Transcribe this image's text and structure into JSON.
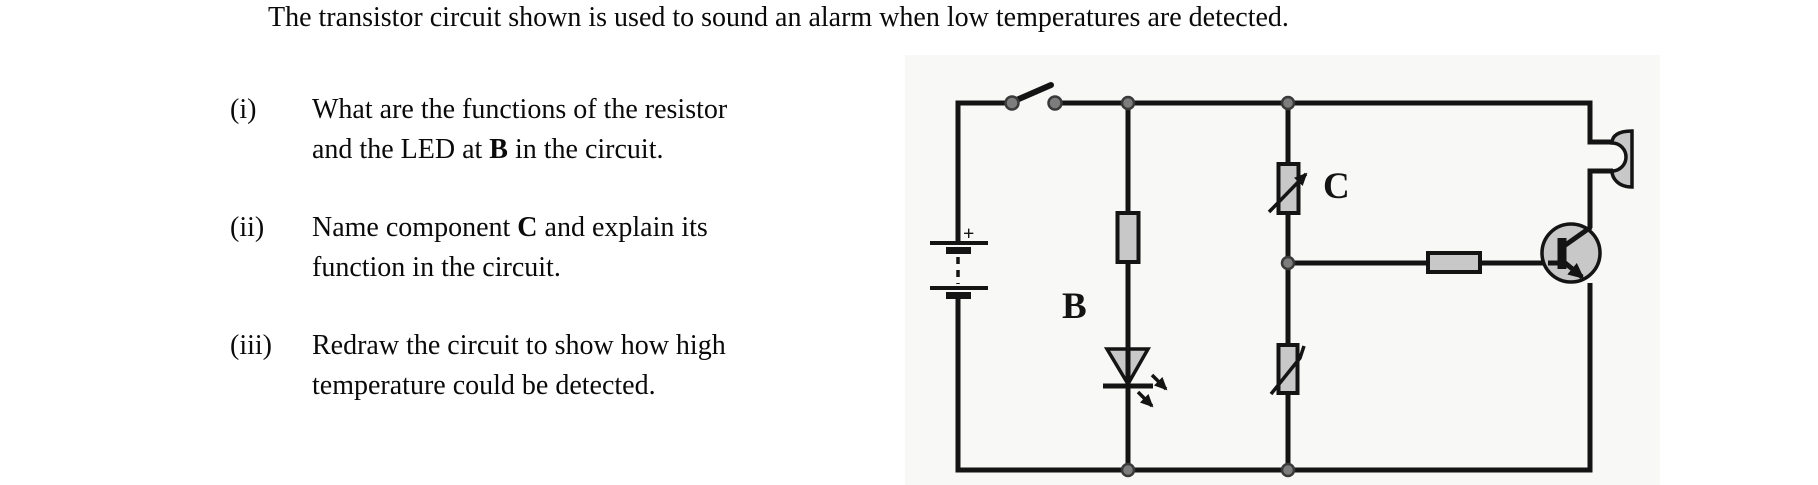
{
  "title": "The transistor circuit shown is used to sound an alarm when low temperatures are detected.",
  "questions": [
    {
      "label": "(i)",
      "line1": {
        "pre": "What are the functions of the resistor",
        "bold": "",
        "post": ""
      },
      "line2": {
        "pre": "and the LED at ",
        "bold": "B",
        "post": " in the circuit."
      }
    },
    {
      "label": "(ii)",
      "line1": {
        "pre": "Name component ",
        "bold": "C",
        "post": " and explain its"
      },
      "line2": {
        "pre": "function in the circuit.",
        "bold": "",
        "post": ""
      }
    },
    {
      "label": "(iii)",
      "line1": {
        "pre": "Redraw the circuit to show how high",
        "bold": "",
        "post": ""
      },
      "line2": {
        "pre": "temperature could be detected.",
        "bold": "",
        "post": ""
      }
    }
  ],
  "circuit": {
    "labels": {
      "b": "B",
      "c": "C",
      "battery_plus": "+"
    },
    "components": [
      {
        "name": "battery-icon",
        "type": "battery (two cells, dashed link)"
      },
      {
        "name": "switch-icon",
        "type": "open switch"
      },
      {
        "name": "resistor-b-icon",
        "type": "resistor"
      },
      {
        "name": "led-icon",
        "type": "LED (light emitting diode)"
      },
      {
        "name": "variable-resistor-icon",
        "type": "variable resistor (component C)"
      },
      {
        "name": "thermistor-icon",
        "type": "thermistor"
      },
      {
        "name": "base-resistor-icon",
        "type": "resistor"
      },
      {
        "name": "transistor-icon",
        "type": "NPN transistor"
      },
      {
        "name": "speaker-icon",
        "type": "speaker / alarm sounder"
      }
    ],
    "colors": {
      "wire": "#141414",
      "component_fill": "#c8c8c8",
      "node_fill": "#7d7d7d",
      "node_stroke": "#3a3a3a",
      "background": "#f8f8f6"
    }
  }
}
